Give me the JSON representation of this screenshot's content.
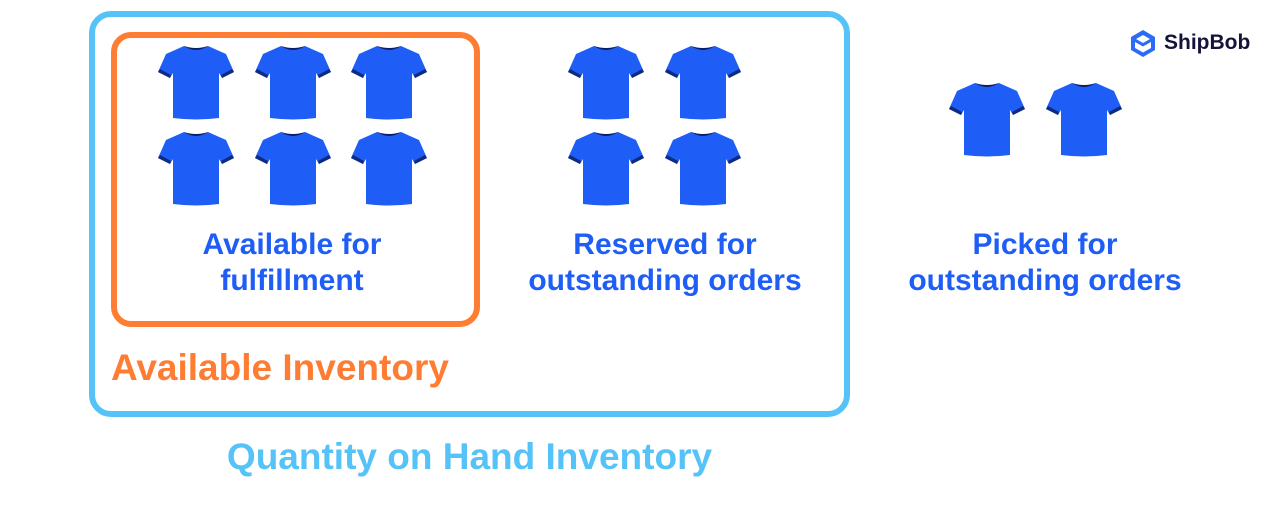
{
  "brand": {
    "name": "ShipBob",
    "icon": "shipbob-cube-logo",
    "color": "#2b6bf6"
  },
  "colors": {
    "shirt": "#1f5ef6",
    "label": "#1f5ef6",
    "available": "#ff7d33",
    "on_hand": "#55c3f7"
  },
  "groups": [
    {
      "label_line1": "Available for",
      "label_line2": "fulfillment",
      "count": 6
    },
    {
      "label_line1": "Reserved for",
      "label_line2": "outstanding orders",
      "count": 4
    },
    {
      "label_line1": "Picked for",
      "label_line2": "outstanding orders",
      "count": 2
    }
  ],
  "available_inventory_label": "Available Inventory",
  "on_hand_label": "Quantity on Hand Inventory"
}
